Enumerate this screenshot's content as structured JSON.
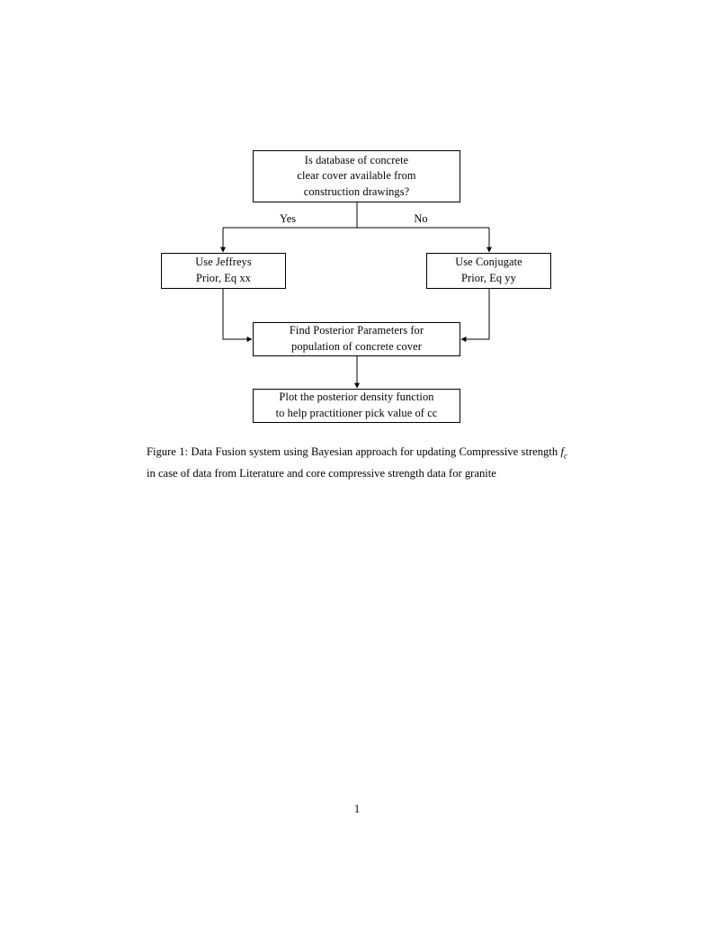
{
  "document": {
    "page_number": "1",
    "background_color": "#ffffff",
    "text_color": "#000000"
  },
  "figure": {
    "type": "flowchart",
    "nodes": [
      {
        "id": "decision",
        "shape": "rectangle",
        "lines": [
          "Is database of concrete",
          "clear cover available from",
          "construction drawings?"
        ]
      },
      {
        "id": "jeffreys",
        "shape": "rectangle",
        "lines": [
          "Use Jeffreys",
          "Prior, Eq xx"
        ]
      },
      {
        "id": "conjugate",
        "shape": "rectangle",
        "lines": [
          "Use Conjugate",
          "Prior, Eq yy"
        ]
      },
      {
        "id": "posterior",
        "shape": "rectangle",
        "lines": [
          "Find Posterior Parameters for",
          "population of concrete cover"
        ]
      },
      {
        "id": "plot",
        "shape": "rectangle",
        "lines": [
          "Plot the posterior density function",
          "to help practitioner pick value of cc"
        ]
      }
    ],
    "edge_labels": {
      "yes": "Yes",
      "no": "No"
    },
    "edges": [
      {
        "from": "decision",
        "to": "jeffreys",
        "label": "Yes"
      },
      {
        "from": "decision",
        "to": "conjugate",
        "label": "No"
      },
      {
        "from": "jeffreys",
        "to": "posterior",
        "label": ""
      },
      {
        "from": "conjugate",
        "to": "posterior",
        "label": ""
      },
      {
        "from": "posterior",
        "to": "plot",
        "label": ""
      }
    ],
    "line_color": "#000000"
  },
  "caption": {
    "label": "Figure 1:",
    "text_before_math": "Data Fusion system using Bayesian approach for updating Compressive strength",
    "math_base": "f",
    "math_sub": "c",
    "text_after_math": "in case of data from Literature and core compressive strength data for granite",
    "full_text": "Figure 1: Data Fusion system using Bayesian approach for updating Compressive strength fc in case of data from Literature and core compressive strength data for granite"
  }
}
